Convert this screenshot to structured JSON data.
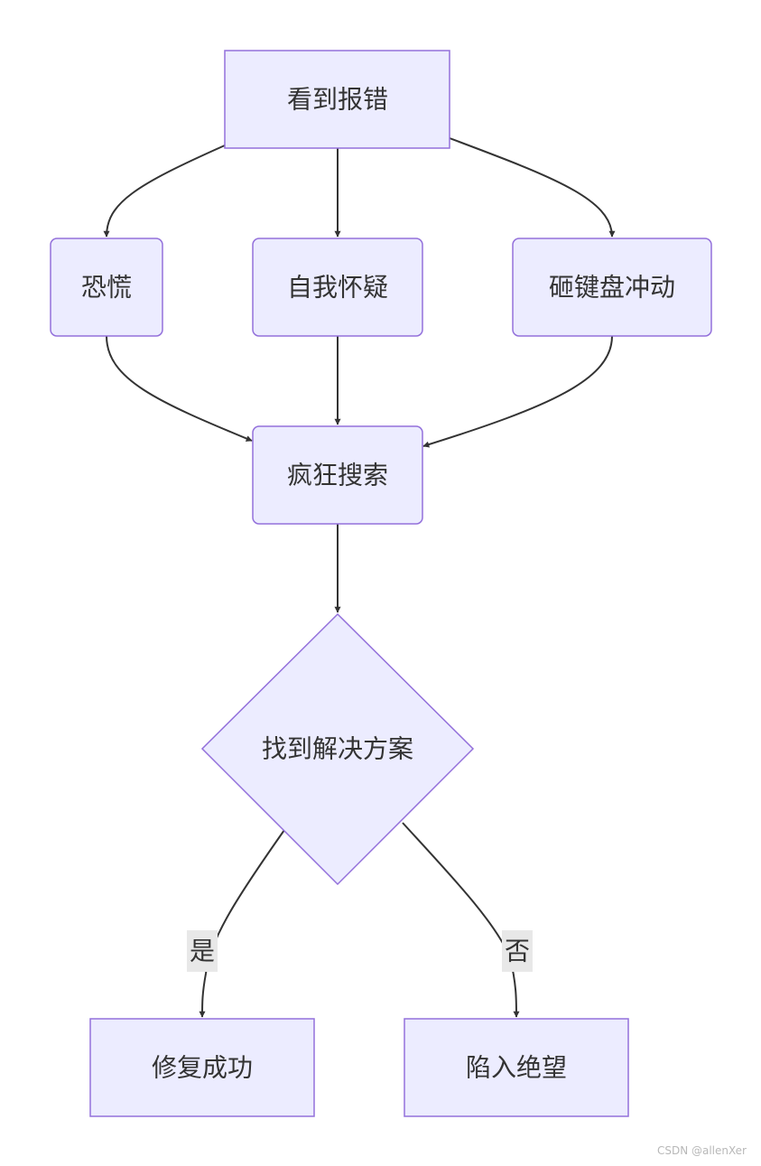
{
  "nodes": {
    "start": "看到报错",
    "panic": "恐慌",
    "doubt": "自我怀疑",
    "smash": "砸键盘冲动",
    "search": "疯狂搜索",
    "decision": "找到解决方案",
    "success": "修复成功",
    "despair": "陷入绝望"
  },
  "edge_labels": {
    "yes": "是",
    "no": "否"
  },
  "colors": {
    "node_fill": "#ECECFF",
    "node_stroke": "#9370DB",
    "edge": "#333333",
    "text": "#333333",
    "label_bg": "#E8E8E8"
  },
  "watermark": "CSDN @allenXer"
}
